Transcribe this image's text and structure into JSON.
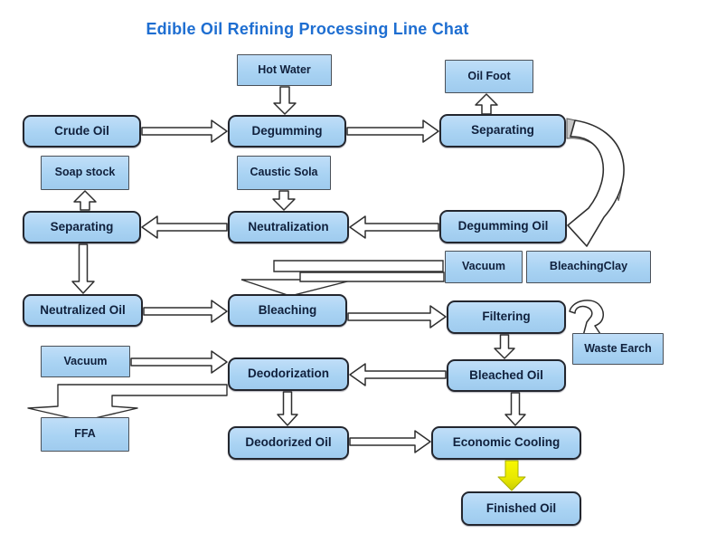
{
  "title": "Edible Oil Refining Processing Line Chat",
  "colors": {
    "title_color": "#1e6ed1",
    "box_fill": "#a9d3f3",
    "box_fill_light": "#c0def8",
    "process_border": "#23262e",
    "io_border": "#4a5058",
    "label_color": "#10203c",
    "arrow_fill": "#ffffff",
    "arrow_stroke": "#2f2f2f",
    "yellow_arrow_top": "#f8f800",
    "yellow_arrow_bottom": "#d0d400",
    "curve_gray": "#c6c6c6"
  },
  "nodes": {
    "hot_water": {
      "label": "Hot Water"
    },
    "oil_foot": {
      "label": "Oil Foot"
    },
    "crude_oil": {
      "label": "Crude Oil"
    },
    "degumming": {
      "label": "Degumming"
    },
    "separating_top": {
      "label": "Separating"
    },
    "soap_stock": {
      "label": "Soap stock"
    },
    "caustic_sola": {
      "label": "Caustic Sola"
    },
    "separating_left": {
      "label": "Separating"
    },
    "neutralization": {
      "label": "Neutralization"
    },
    "degumming_oil": {
      "label": "Degumming Oil"
    },
    "vacuum_right": {
      "label": "Vacuum"
    },
    "bleaching_clay": {
      "label": "BleachingClay"
    },
    "neutralized_oil": {
      "label": "Neutralized Oil"
    },
    "bleaching": {
      "label": "Bleaching"
    },
    "filtering": {
      "label": "Filtering"
    },
    "waste_earch": {
      "label": "Waste Earch"
    },
    "vacuum_left": {
      "label": "Vacuum"
    },
    "deodorization": {
      "label": "Deodorization"
    },
    "bleached_oil": {
      "label": "Bleached Oil"
    },
    "ffa": {
      "label": "FFA"
    },
    "deodorized_oil": {
      "label": "Deodorized Oil"
    },
    "economic_cooling": {
      "label": "Economic Cooling"
    },
    "finished_oil": {
      "label": "Finished Oil"
    }
  }
}
